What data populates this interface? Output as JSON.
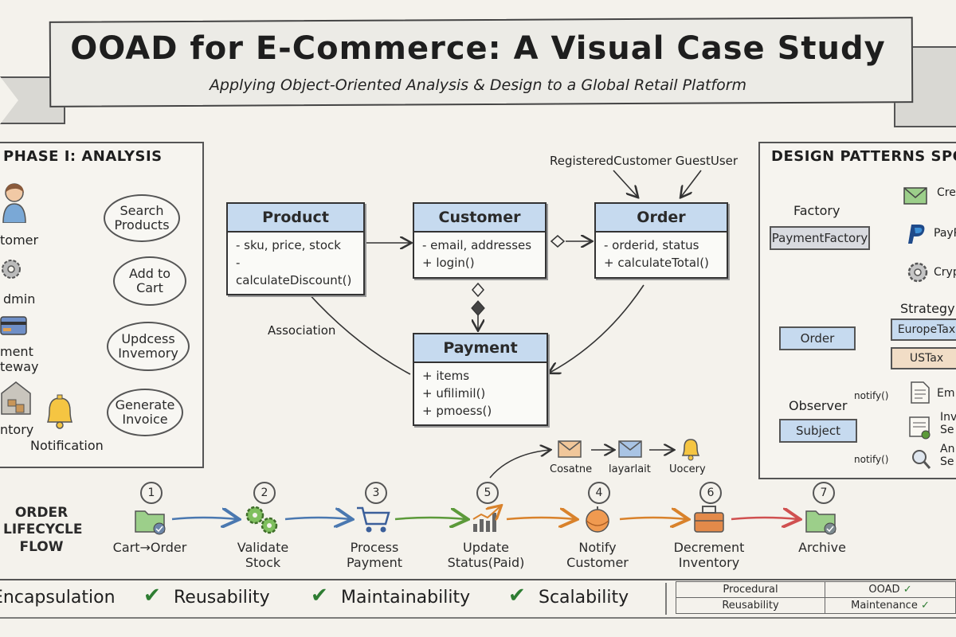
{
  "header": {
    "title": "OOAD for E-Commerce: A Visual Case Study",
    "subtitle": "Applying Object-Oriented Analysis & Design to a Global Retail Platform"
  },
  "analysis": {
    "title": "PHASE I: ANALYSIS",
    "actors": [
      "tomer",
      "dmin",
      "ment\nteway",
      "ntory"
    ],
    "notification": "Notification",
    "use_cases": [
      "Search\nProducts",
      "Add to\nCart",
      "Updcess\nInvemory",
      "Generate\nInvoice"
    ]
  },
  "uml": {
    "product": {
      "name": "Product",
      "attrs": [
        "- sku, price, stock",
        "- calculateDiscount()"
      ]
    },
    "customer": {
      "name": "Customer",
      "attrs": [
        "- email, addresses",
        "+ login()"
      ]
    },
    "order": {
      "name": "Order",
      "attrs": [
        "- orderid, status",
        "+ calculateTotal()"
      ]
    },
    "payment": {
      "name": "Payment",
      "attrs": [
        "+ items",
        "+ ufilimil()",
        "+ pmoess()"
      ]
    },
    "subclasses": "RegisteredCustomer  GuestUser",
    "association": "Association"
  },
  "patterns": {
    "title": "DESIGN PATTERNS SPOT",
    "factory": {
      "label": "Factory",
      "box": "PaymentFactory",
      "outputs": [
        "Cre",
        "PayP",
        "Cryp"
      ]
    },
    "strategy": {
      "label": "Strategy",
      "context": "Order",
      "options": [
        "EuropeTax",
        "USTax"
      ]
    },
    "observer": {
      "label": "Observer",
      "subject": "Subject",
      "notify": "notify()",
      "observers": [
        "Em",
        "Inv\nSe",
        "An\nSe"
      ]
    }
  },
  "flow": {
    "title": "ORDER\nLIFECYCLE\nFLOW",
    "steps": [
      {
        "num": "1",
        "label": "Cart→Order"
      },
      {
        "num": "2",
        "label": "Validate\nStock"
      },
      {
        "num": "3",
        "label": "Process\nPayment"
      },
      {
        "num": "5",
        "label": "Update\nStatus(Paid)"
      },
      {
        "num": "4",
        "label": "Notify\nCustomer"
      },
      {
        "num": "6",
        "label": "Decrement\nInventory"
      },
      {
        "num": "7",
        "label": "Archive"
      }
    ],
    "branch": [
      "Cosatne",
      "layarlait",
      "Uocery"
    ]
  },
  "benefits": [
    "Encapsulation",
    "Reusability",
    "Maintainability",
    "Scalability"
  ],
  "comparison": [
    [
      "Procedural",
      "OOAD"
    ],
    [
      "Reusability",
      "Maintenance"
    ]
  ]
}
